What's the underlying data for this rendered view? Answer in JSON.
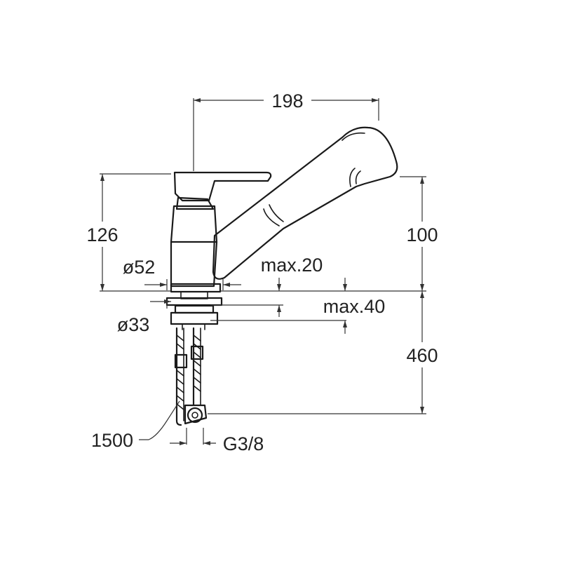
{
  "drawing": {
    "dimensions": {
      "spout_reach": "198",
      "total_height": "126",
      "spout_height": "100",
      "base_diameter": "ø52",
      "counter_max_a": "max.20",
      "counter_max_b": "max.40",
      "shank_diameter": "ø33",
      "under_counter": "460",
      "hose_length": "1500",
      "thread": "G3/8"
    },
    "colors": {
      "line": "#1a1a1a",
      "dimension": "#333333",
      "background": "#ffffff"
    }
  }
}
